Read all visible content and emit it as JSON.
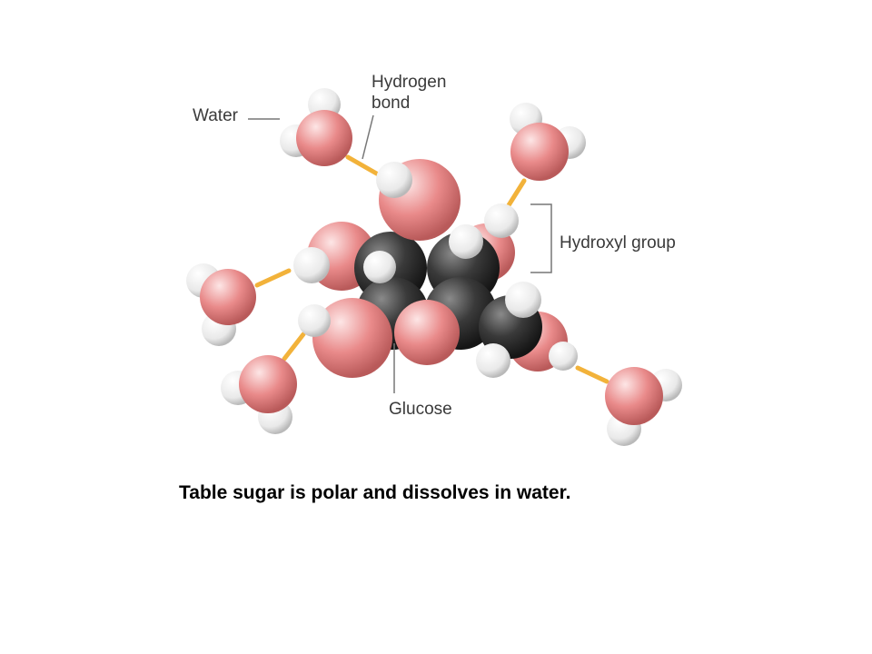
{
  "diagram": {
    "labels": {
      "water": "Water",
      "hydrogen_bond_line1": "Hydrogen",
      "hydrogen_bond_line2": "bond",
      "hydroxyl_group": "Hydroxyl group",
      "glucose": "Glucose"
    },
    "colors": {
      "oxygen": "#e98a8a",
      "hydrogen": "#f2f2f2",
      "carbon": "#2f2f2f",
      "hydrogen_bond": "#f2b23a",
      "label_text": "#3a3a3a",
      "leader_line": "#777777"
    }
  },
  "caption": "Table sugar is polar and dissolves in water."
}
